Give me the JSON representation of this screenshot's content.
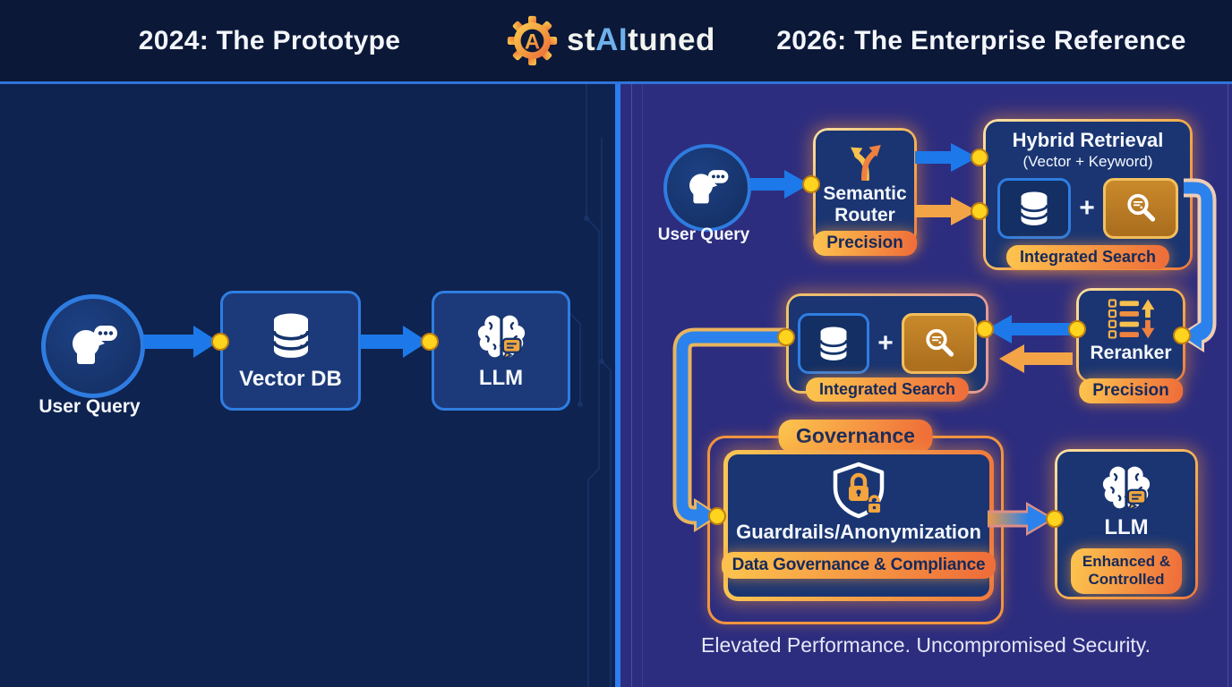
{
  "header": {
    "left_title": "2024: The Prototype",
    "brand_st": "st",
    "brand_ai": "AI",
    "brand_tuned": "tuned",
    "gear_letter": "A",
    "right_title": "2026: The Enterprise Reference"
  },
  "prototype": {
    "user_query_label": "User Query",
    "vector_db_label": "Vector DB",
    "llm_label": "LLM"
  },
  "enterprise": {
    "user_query_label": "User Query",
    "semantic_router": {
      "title": "Semantic Router",
      "badge": "Precision"
    },
    "hybrid_retrieval": {
      "title": "Hybrid Retrieval",
      "subtitle": "(Vector + Keyword)",
      "plus": "+",
      "badge": "Integrated Search"
    },
    "reranker": {
      "title": "Reranker",
      "badge": "Precision"
    },
    "integrated_search": {
      "plus": "+",
      "badge": "Integrated Search"
    },
    "governance": {
      "label": "Governance",
      "title": "Guardrails/Anonymization",
      "badge": "Data Governance & Compliance"
    },
    "llm": {
      "title": "LLM",
      "badge": "Enhanced & Controlled"
    },
    "caption": "Elevated Performance. Uncompromised Security."
  },
  "colors": {
    "header_bg": "#0c1838",
    "panel_left_bg": "#0e2350",
    "panel_right_bg": "#2d2d7f",
    "arrow_blue": "#1d79e9",
    "arrow_orange": "#f2a447",
    "junction_dot": "#ffd41f",
    "badge_gradient_start": "#fcc14d",
    "badge_gradient_end": "#ef6f3a",
    "brand_ai_blue": "#6fb1ea"
  }
}
